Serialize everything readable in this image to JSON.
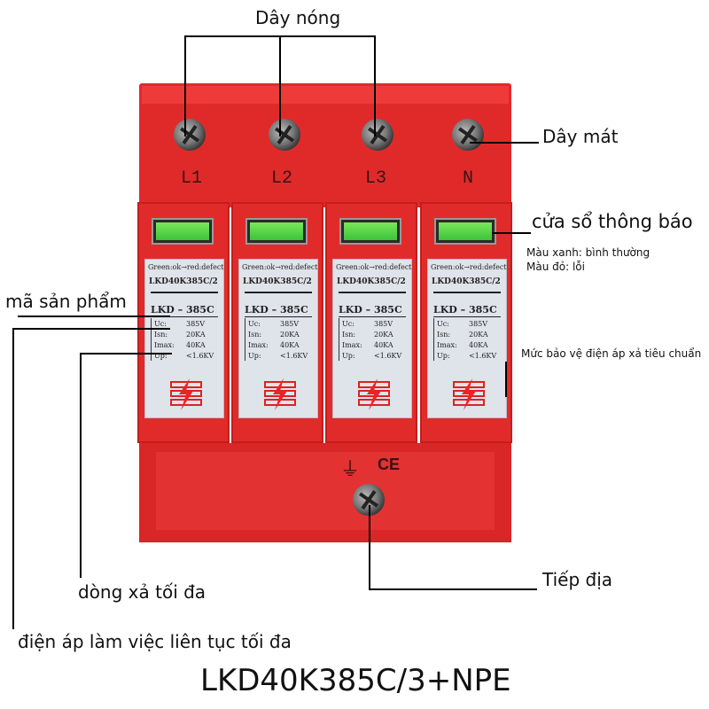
{
  "labels": {
    "hot_wire": "Dây nóng",
    "neutral_wire": "Dây mát",
    "indicator_window": "cửa sổ thông báo",
    "green_note": "Màu xanh: bình thường",
    "red_note": "Màu đỏ: lỗi",
    "product_code": "mã sản phẩm",
    "voltage_protection": "Mức bảo vệ điện áp xả tiêu chuẩn",
    "ground": "Tiếp địa",
    "max_discharge": "dòng xả tối đa",
    "max_voltage": "điện áp làm việc liên tục tối đa",
    "model": "LKD40K385C/3+NPE"
  },
  "terminals": [
    "L1",
    "L2",
    "L3",
    "N"
  ],
  "module_label": {
    "legend": "Green:ok→red:defect",
    "part_number": "LKD40K385C/2",
    "model": "LKD – 385C",
    "specs": [
      {
        "key": "Uc:",
        "value": "385V"
      },
      {
        "key": "Isn:",
        "value": "20KA"
      },
      {
        "key": "Imax:",
        "value": "40KA"
      },
      {
        "key": "Up:",
        "value": "<1.6KV"
      }
    ]
  },
  "colors": {
    "body": "#e02a2a",
    "window": "#5ad44a",
    "label": "#dfe3ea"
  },
  "icons": {
    "ground_symbol": "⏚",
    "ce_mark": "CE"
  }
}
